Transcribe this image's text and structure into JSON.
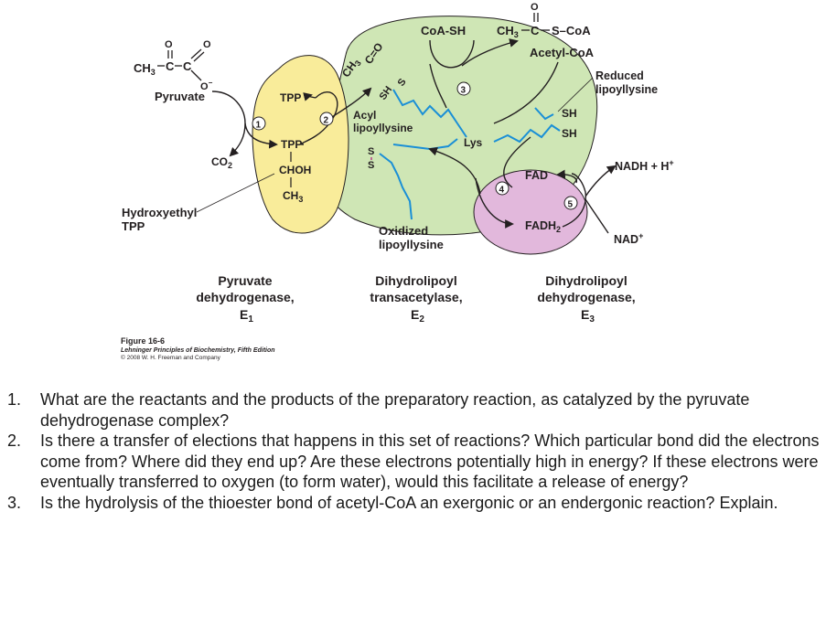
{
  "figure": {
    "pyruvate_label": "Pyruvate",
    "tpp_top": "TPP",
    "tpp_mid": "TPP",
    "chohh": "CHOH",
    "ch3_bottom": "CH",
    "co2": "CO",
    "hydroxyethyl_line1": "Hydroxyethyl",
    "hydroxyethyl_line2": "TPP",
    "step1": "1",
    "step2": "2",
    "step3": "3",
    "step4": "4",
    "step5": "5",
    "acyl_line1": "Acyl",
    "acyl_line2": "lipoyllysine",
    "coash": "CoA-SH",
    "acetylcoa_formula": "CH",
    "acetylcoa_name": "Acetyl-CoA",
    "lys": "Lys",
    "oxidized_line1": "Oxidized",
    "oxidized_line2": "lipoyllysine",
    "reduced_line1": "Reduced",
    "reduced_line2": "lipoyllysine",
    "sh1": "SH",
    "sh2": "SH",
    "fad": "FAD",
    "fadh2": "FADH",
    "nadh": "NADH + H",
    "nad": "NAD",
    "e1_line1": "Pyruvate",
    "e1_line2": "dehydrogenase,",
    "e1_line3": "E",
    "e2_line1": "Dihydrolipoyl",
    "e2_line2": "transacetylase,",
    "e2_line3": "E",
    "e3_line1": "Dihydrolipoyl",
    "e3_line2": "dehydrogenase,",
    "e3_line3": "E"
  },
  "caption": {
    "title": "Figure 16-6",
    "book": "Lehninger Principles of Biochemistry, Fifth Edition",
    "copyright": "© 2008 W. H. Freeman and Company"
  },
  "questions": [
    {
      "num": "1.",
      "text": "What are the reactants and the products of the preparatory reaction, as catalyzed by the pyruvate dehydrogenase complex?"
    },
    {
      "num": "2.",
      "text": "Is there a transfer of elections that happens in this set of reactions? Which particular bond did the electrons come from? Where did they end up? Are these electrons potentially high in energy? If these electrons were eventually transferred to oxygen (to form water), would this facilitate a release of energy?"
    },
    {
      "num": "3.",
      "text": "Is the hydrolysis of the thioester bond of acetyl-CoA an exergonic or an endergonic reaction? Explain."
    }
  ],
  "colors": {
    "e1_fill": "#f9ec9a",
    "e2_fill": "#cfe6b5",
    "e3_fill": "#e2b8dc",
    "sulfur": "#b0127a",
    "carbon_red": "#c8102e",
    "lipoyl_blue": "#1a8fd6"
  }
}
